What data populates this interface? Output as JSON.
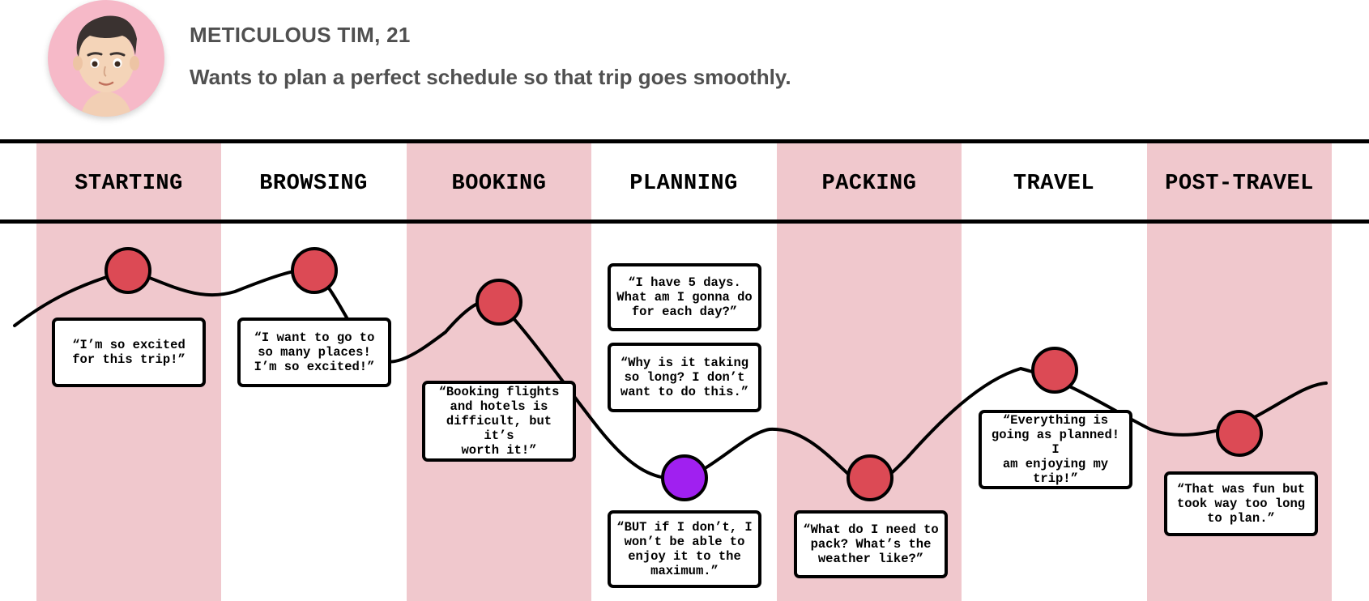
{
  "persona": {
    "name": "METICULOUS TIM, 21",
    "goal": "Wants to plan a perfect schedule so that trip goes smoothly.",
    "avatar_icon": "memoji-avatar-icon",
    "avatar_bg": "#f6b9c8"
  },
  "stages": [
    {
      "label": "STARTING"
    },
    {
      "label": "BROWSING"
    },
    {
      "label": "BOOKING"
    },
    {
      "label": "PLANNING"
    },
    {
      "label": "PACKING"
    },
    {
      "label": "TRAVEL"
    },
    {
      "label": "POST-TRAVEL"
    }
  ],
  "quotes": {
    "starting": "“I’m so excited\nfor this trip!”",
    "browsing": "“I want to go to\nso many places!\nI’m so excited!”",
    "booking": "“Booking flights\nand hotels is\ndifficult, but it’s\nworth it!”",
    "planning_1": "“I have 5 days.\nWhat am I gonna do\nfor each day?”",
    "planning_2": "“Why is it taking\nso long? I don’t\nwant to do this.”",
    "planning_3": "“BUT if I don’t, I\nwon’t be able to\nenjoy it to the\nmaximum.”",
    "packing": "“What do I need to\npack? What’s the\nweather like?”",
    "travel": "“Everything is\ngoing as planned! I\nam enjoying my\ntrip!”",
    "post_travel": "“That was fun but\ntook way too long\nto plan.”"
  },
  "colors": {
    "band": "#f0c8cd",
    "positive_point": "#dc4a55",
    "low_point": "#a020f0",
    "line": "#000000"
  }
}
